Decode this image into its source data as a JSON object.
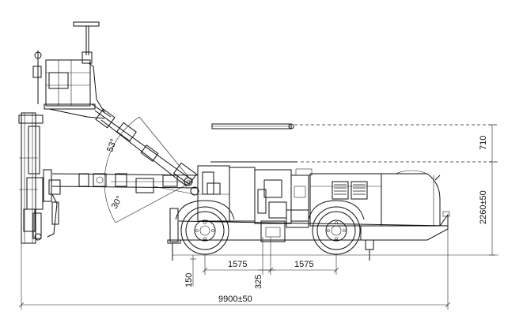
{
  "drawing": {
    "subject": "rock drilling jumbo side elevation",
    "dimensions": {
      "overall_length": "9900±50",
      "height": "2260±50",
      "roof_arm": "710",
      "wheelbase_front": "1575",
      "wheelbase_rear": "1575",
      "axle_offset": "325",
      "ground_clearance": "150"
    },
    "angles": {
      "boom_up": "53°",
      "boom_down": "30°"
    }
  }
}
